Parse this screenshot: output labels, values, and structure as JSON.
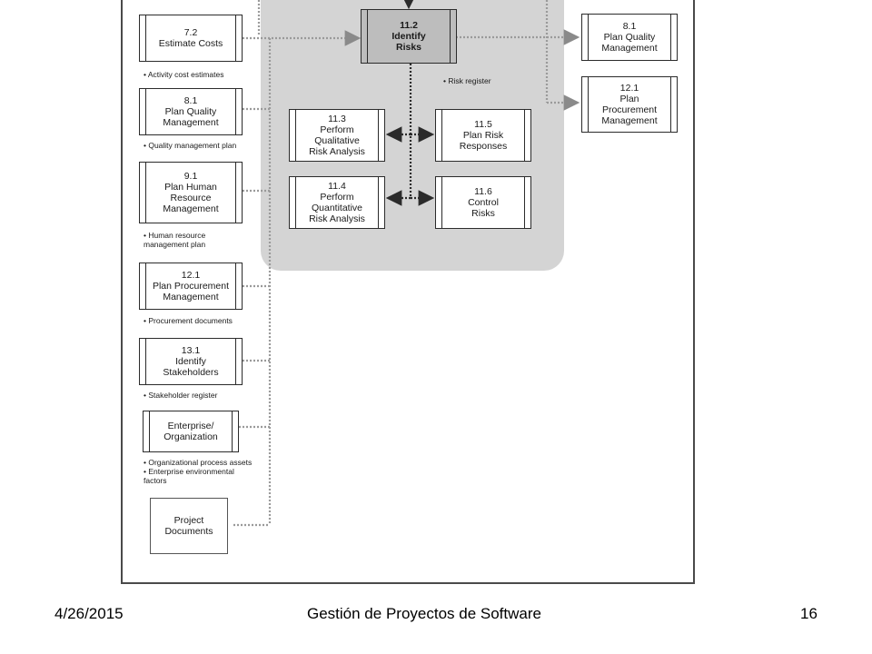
{
  "diagram": {
    "center": {
      "id": "11.2",
      "label": "11.2\nIdentify\nRisks"
    },
    "center_output": "• Risk register",
    "inputs": [
      {
        "label": "7.2\nEstimate Costs",
        "note": "• Activity cost estimates"
      },
      {
        "label": "8.1\nPlan Quality\nManagement",
        "note": "• Quality management plan"
      },
      {
        "label": "9.1\nPlan Human\nResource\nManagement",
        "note": "• Human resource\nmanagement plan"
      },
      {
        "label": "12.1\nPlan Procurement\nManagement",
        "note": "• Procurement documents"
      },
      {
        "label": "13.1\nIdentify\nStakeholders",
        "note": "• Stakeholder register"
      },
      {
        "label": "Enterprise/\nOrganization",
        "note": "• Organizational process assets\n• Enterprise environmental\nfactors"
      },
      {
        "label": "Project\nDocuments"
      }
    ],
    "outputs_right": [
      {
        "label": "8.1\nPlan Quality\nManagement"
      },
      {
        "label": "12.1\nPlan\nProcurement\nManagement"
      }
    ],
    "group_processes": [
      {
        "label": "11.3\nPerform\nQualitative\nRisk Analysis"
      },
      {
        "label": "11.4\nPerform\nQuantitative\nRisk Analysis"
      },
      {
        "label": "11.5\nPlan Risk\nResponses"
      },
      {
        "label": "11.6\nControl\nRisks"
      }
    ]
  },
  "footer": {
    "date": "4/26/2015",
    "title": "Gestión de Proyectos de Software",
    "page": "16"
  }
}
